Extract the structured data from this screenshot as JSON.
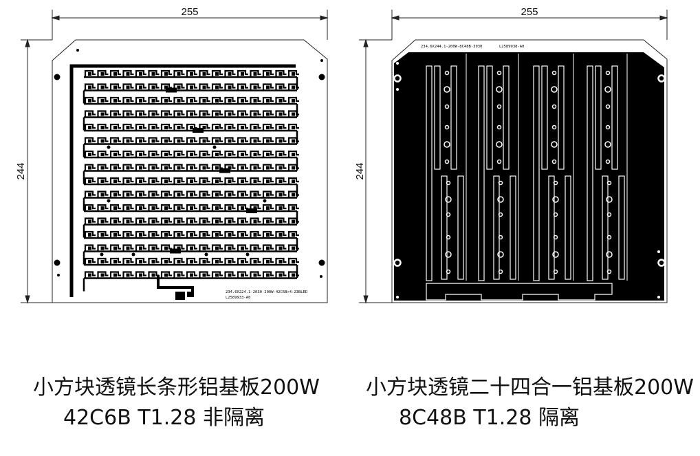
{
  "left_board": {
    "dim_width": "255",
    "dim_height": "244",
    "pcb_label_1": "234.6X224.1-2030-200W-42C6B+4-23BLED",
    "pcb_label_2": "L2589933-A0",
    "caption_line1": "小方块透镜长条形铝基板200W",
    "caption_line2": "42C6B T1.28 非隔离"
  },
  "right_board": {
    "dim_width": "255",
    "dim_height": "244",
    "pcb_label_1": "234.6X244.1-200W-8C48B-3030",
    "pcb_label_2": "L2589938-A0",
    "caption_line1": "小方块透镜二十四合一铝基板200W",
    "caption_line2": "8C48B T1.28 隔离"
  },
  "colors": {
    "copper_fill": "#000000",
    "board_background": "#ffffff",
    "dimension_line": "#222222"
  }
}
